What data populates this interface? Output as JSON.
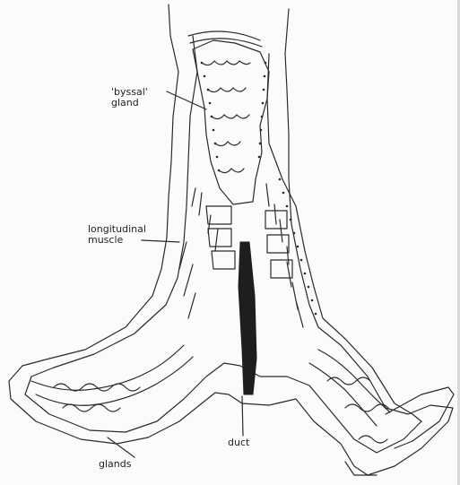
{
  "labels": {
    "byssal_gland": "'byssal'\ngland",
    "longitudinal_muscle": "longitudinal\nmuscle",
    "duct": "duct",
    "glands": "glands"
  }
}
